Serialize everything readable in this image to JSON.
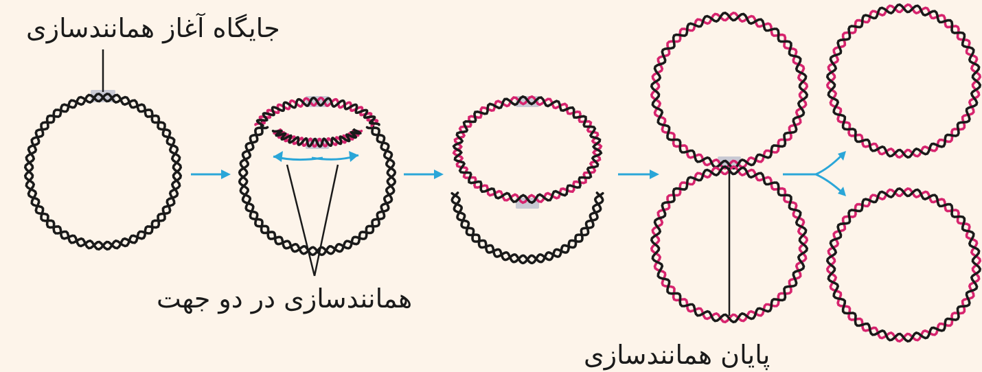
{
  "labels": {
    "origin": "جایگاه آغاز همانندسازی",
    "bidirectional": "همانندسازی در دو جهت",
    "termination": "پایان همانندسازی"
  },
  "colors": {
    "background": "#fdf4ea",
    "parent_strand": "#1a1a1a",
    "new_strand": "#d6246e",
    "arrow": "#2aa6d8",
    "origin_marker": "#c9c9d3"
  }
}
